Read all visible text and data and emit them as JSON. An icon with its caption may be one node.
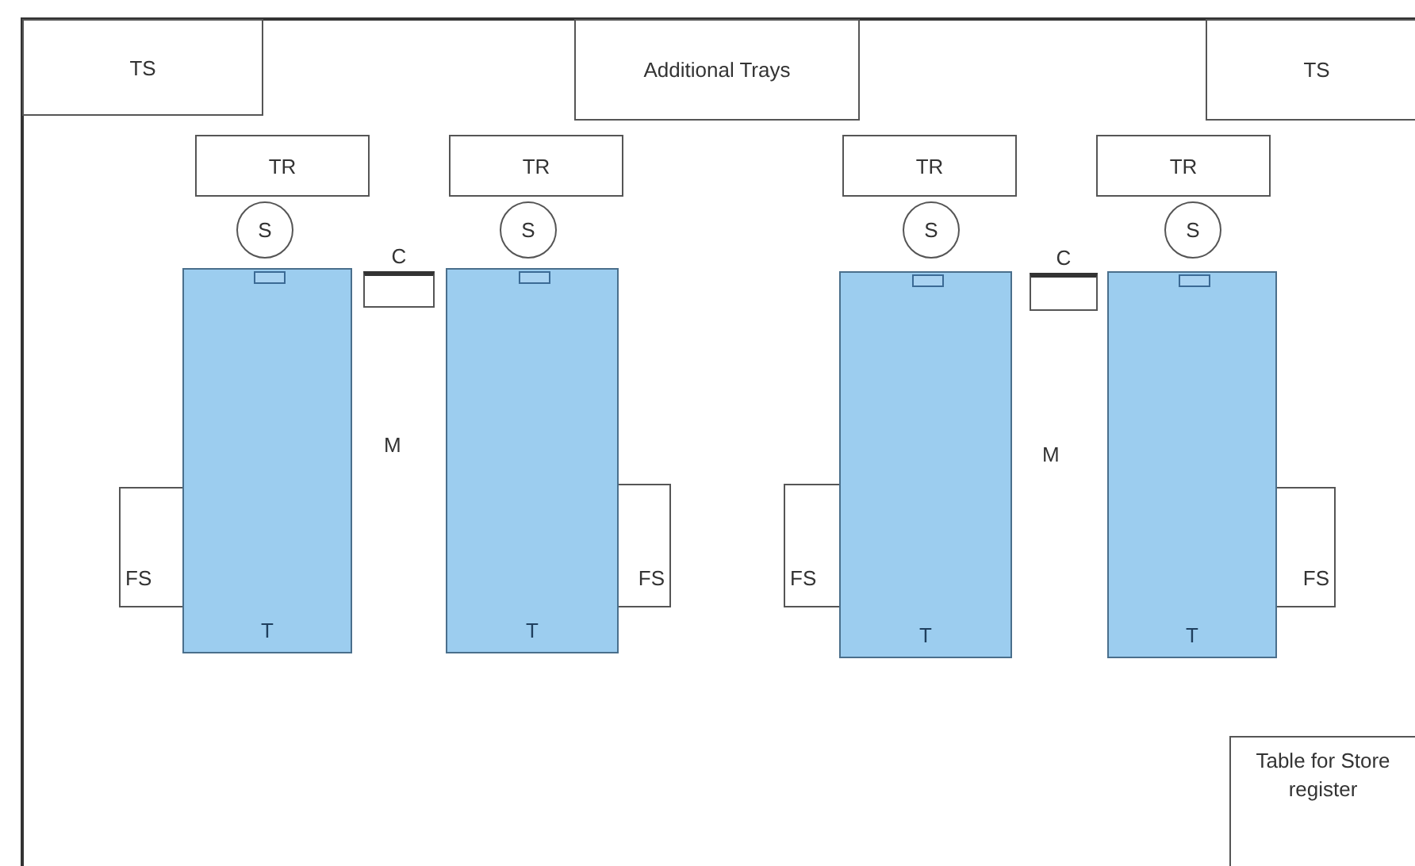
{
  "diagram": {
    "nodes": [
      {
        "text": [
          "TS"
        ]
      },
      {
        "text": [
          "Additional Trays"
        ]
      },
      {
        "text": [
          "TS"
        ]
      },
      {
        "text": [
          "TR"
        ]
      },
      {
        "text": [
          "TR"
        ]
      },
      {
        "text": [
          "TR"
        ]
      },
      {
        "text": [
          "TR"
        ]
      },
      {
        "text": [
          "S"
        ]
      },
      {
        "text": [
          "S"
        ]
      },
      {
        "text": [
          "S"
        ]
      },
      {
        "text": [
          "S"
        ]
      },
      {
        "text": [
          "C"
        ]
      },
      {
        "text": [
          "C"
        ]
      },
      {
        "text": [
          "T"
        ]
      },
      {
        "text": [
          "T"
        ]
      },
      {
        "text": [
          "T"
        ]
      },
      {
        "text": [
          "T"
        ]
      },
      {
        "text": [
          "FS"
        ]
      },
      {
        "text": [
          "FS"
        ]
      },
      {
        "text": [
          "FS"
        ]
      },
      {
        "text": [
          "FS"
        ]
      },
      {
        "text": [
          "Table for Store register"
        ]
      }
    ],
    "edges": [],
    "labels": [
      "M",
      "M"
    ]
  }
}
